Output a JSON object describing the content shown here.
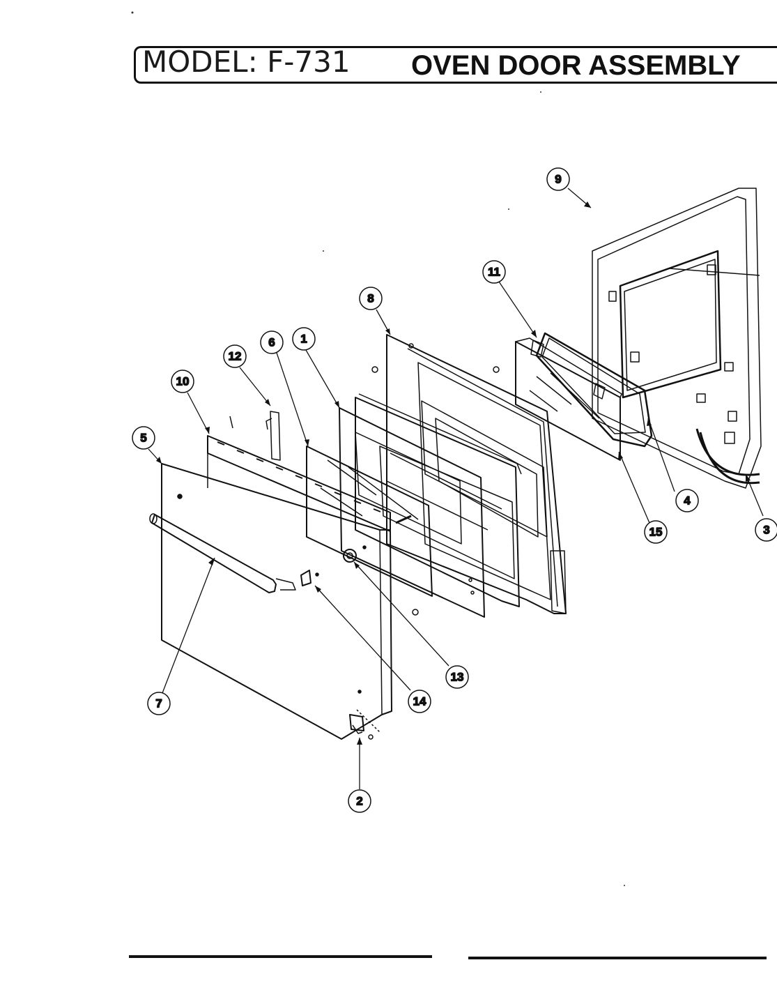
{
  "header": {
    "model": "MODEL: F-731",
    "title": "OVEN DOOR ASSEMBLY"
  },
  "callouts": [
    {
      "id": "c1",
      "label": "1"
    },
    {
      "id": "c2",
      "label": "2"
    },
    {
      "id": "c3",
      "label": "3"
    },
    {
      "id": "c4",
      "label": "4"
    },
    {
      "id": "c5",
      "label": "5"
    },
    {
      "id": "c6",
      "label": "6"
    },
    {
      "id": "c7",
      "label": "7"
    },
    {
      "id": "c8",
      "label": "8"
    },
    {
      "id": "c9",
      "label": "9"
    },
    {
      "id": "c10",
      "label": "10"
    },
    {
      "id": "c11",
      "label": "11"
    },
    {
      "id": "c12",
      "label": "12"
    },
    {
      "id": "c13",
      "label": "13"
    },
    {
      "id": "c14",
      "label": "14"
    },
    {
      "id": "c15",
      "label": "15"
    }
  ]
}
